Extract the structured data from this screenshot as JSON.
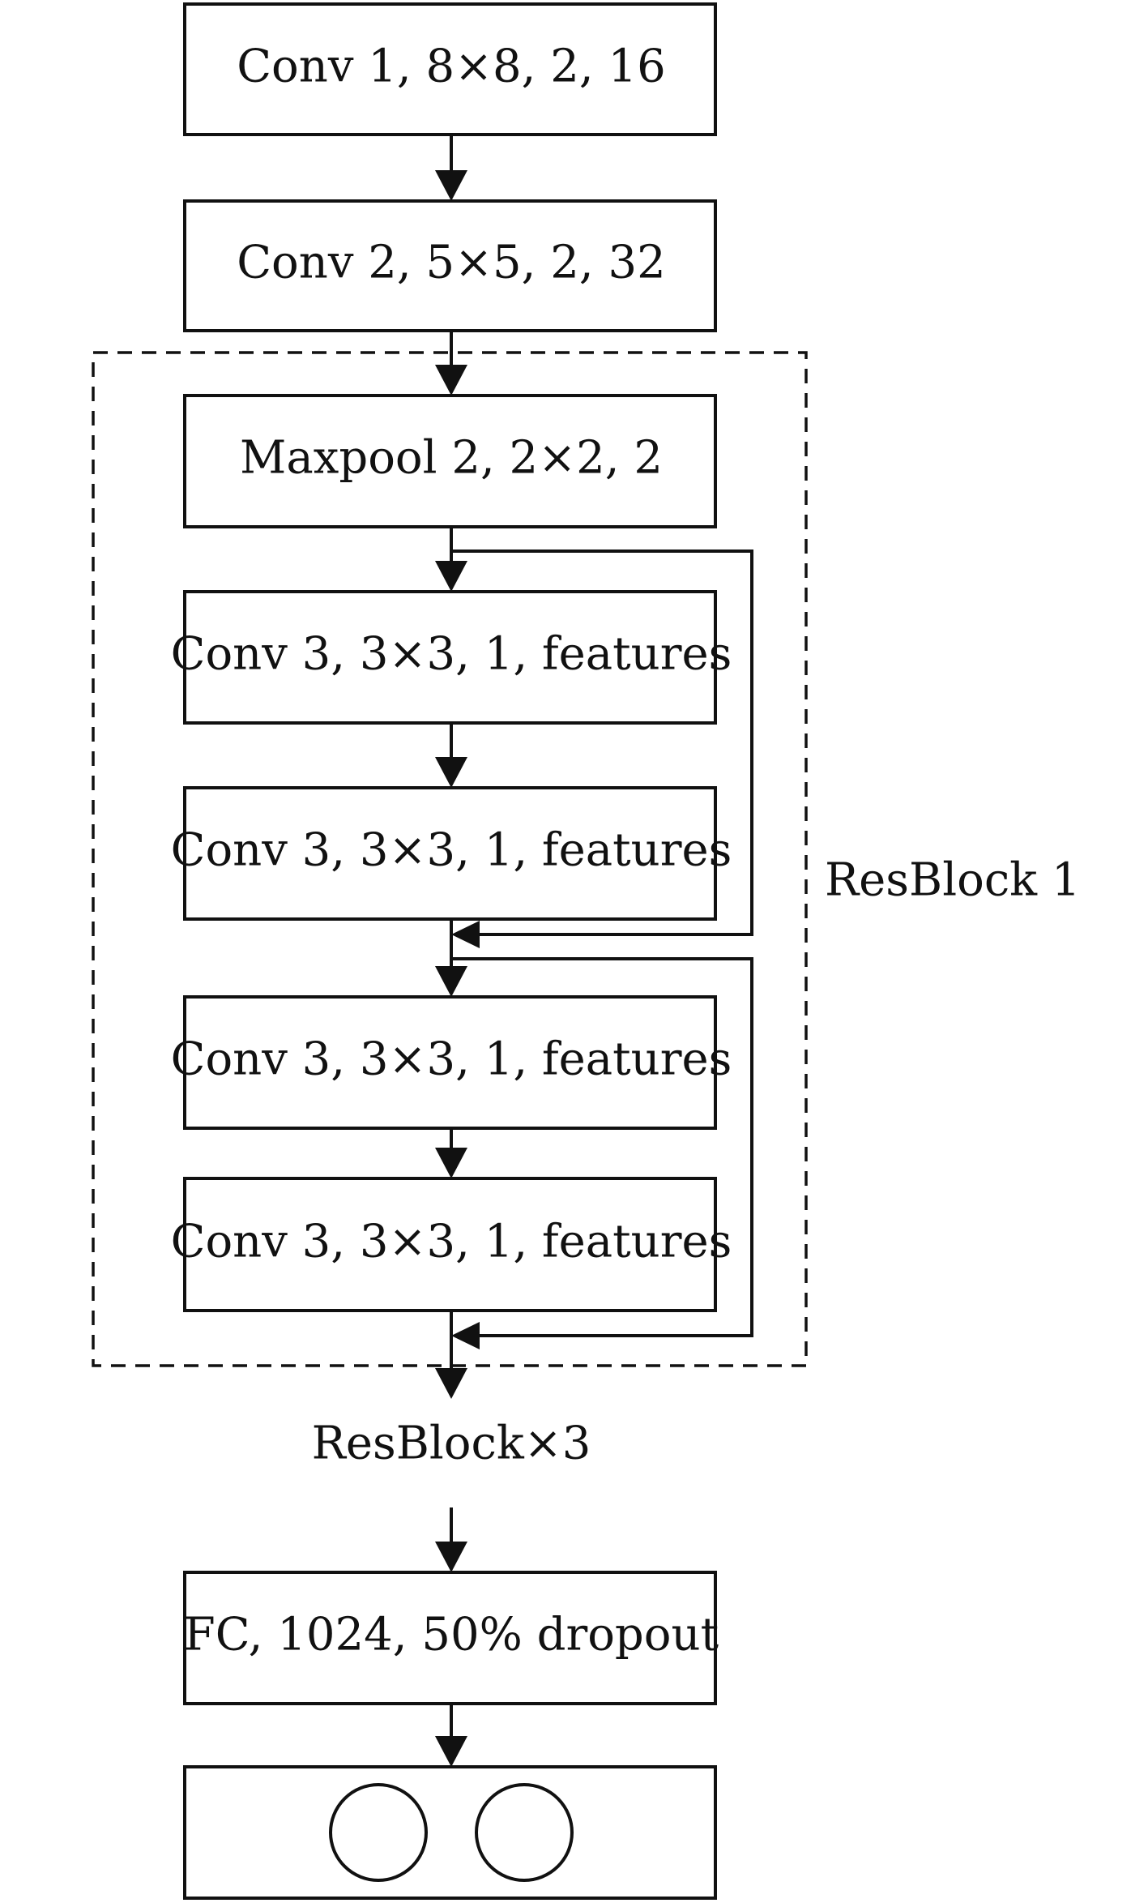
{
  "layers": {
    "conv1": "Conv 1, 8×8, 2, 16",
    "conv2": "Conv 2, 5×5, 2, 32",
    "maxpool": "Maxpool 2, 2×2, 2",
    "conv3a": "Conv 3, 3×3, 1, features",
    "conv3b": "Conv 3, 3×3, 1, features",
    "conv3c": "Conv 3, 3×3, 1, features",
    "conv3d": "Conv 3, 3×3, 1, features",
    "fc": "FC, 1024, 50% dropout"
  },
  "resblock_label": "ResBlock 1",
  "repeat_label": "ResBlock×3",
  "output_neurons": 2
}
